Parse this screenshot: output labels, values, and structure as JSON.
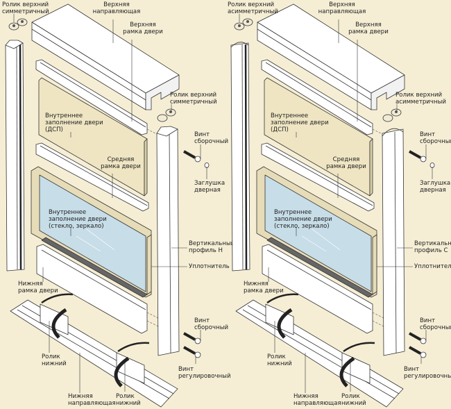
{
  "colors": {
    "background": "#f5eed5",
    "metal": "#ffffff",
    "chipboard": "#efe5c3",
    "glass": "#c7dde8",
    "brush": "#222222"
  },
  "panels": [
    {
      "variant": "symmetric",
      "labels": {
        "top_roller_left": [
          "Ролик верхний",
          "симметричный"
        ],
        "top_guide": [
          "Верхняя",
          "направляющая"
        ],
        "top_frame": [
          "Верхняя",
          "рамка двери"
        ],
        "top_roller_right": [
          "Ролик верхний",
          "симметричный"
        ],
        "fill_chipboard": [
          "Внутреннее",
          "заполнение двери",
          "(ДСП)"
        ],
        "assembly_screw_top": [
          "Винт",
          "сборочный"
        ],
        "middle_frame": [
          "Средняя",
          "рамка двери"
        ],
        "door_cap": [
          "Заглушка",
          "дверная"
        ],
        "fill_glass": [
          "Внутреннее",
          "заполнение двери",
          "(стекло, зеркало)"
        ],
        "vertical_profile": [
          "Вертикальный",
          "профиль Н"
        ],
        "seal": [
          "Уплотнитель"
        ],
        "bottom_frame": [
          "Нижняя",
          "рамка двери"
        ],
        "assembly_screw_bottom": [
          "Винт",
          "сборочный"
        ],
        "bottom_roller_left": [
          "Ролик",
          "нижний"
        ],
        "adjust_screw": [
          "Винт",
          "регулировочный"
        ],
        "bottom_guide": [
          "Нижняя",
          "направляющая"
        ],
        "bottom_roller_right": [
          "Ролик",
          "нижний"
        ]
      }
    },
    {
      "variant": "asymmetric",
      "labels": {
        "top_roller_left": [
          "Ролик верхний",
          "асимметричный"
        ],
        "top_guide": [
          "Верхняя",
          "направляющая"
        ],
        "top_frame": [
          "Верхняя",
          "рамка двери"
        ],
        "top_roller_right": [
          "Ролик верхний",
          "асимметричный"
        ],
        "fill_chipboard": [
          "Внутреннее",
          "заполнение двери",
          "(ДСП)"
        ],
        "assembly_screw_top": [
          "Винт",
          "сборочный"
        ],
        "middle_frame": [
          "Средняя",
          "рамка двери"
        ],
        "door_cap": [
          "Заглушка",
          "дверная"
        ],
        "fill_glass": [
          "Внутреннее",
          "заполнение двери",
          "(стекло, зеркало)"
        ],
        "vertical_profile": [
          "Вертикальный",
          "профиль С"
        ],
        "seal": [
          "Уплотнитель"
        ],
        "bottom_frame": [
          "Нижняя",
          "рамка двери"
        ],
        "assembly_screw_bottom": [
          "Винт",
          "сборочный"
        ],
        "bottom_roller_left": [
          "Ролик",
          "нижний"
        ],
        "adjust_screw": [
          "Винт",
          "регулировочный"
        ],
        "bottom_guide": [
          "Нижняя",
          "направляющая"
        ],
        "bottom_roller_right": [
          "Ролик",
          "нижний"
        ]
      }
    }
  ]
}
